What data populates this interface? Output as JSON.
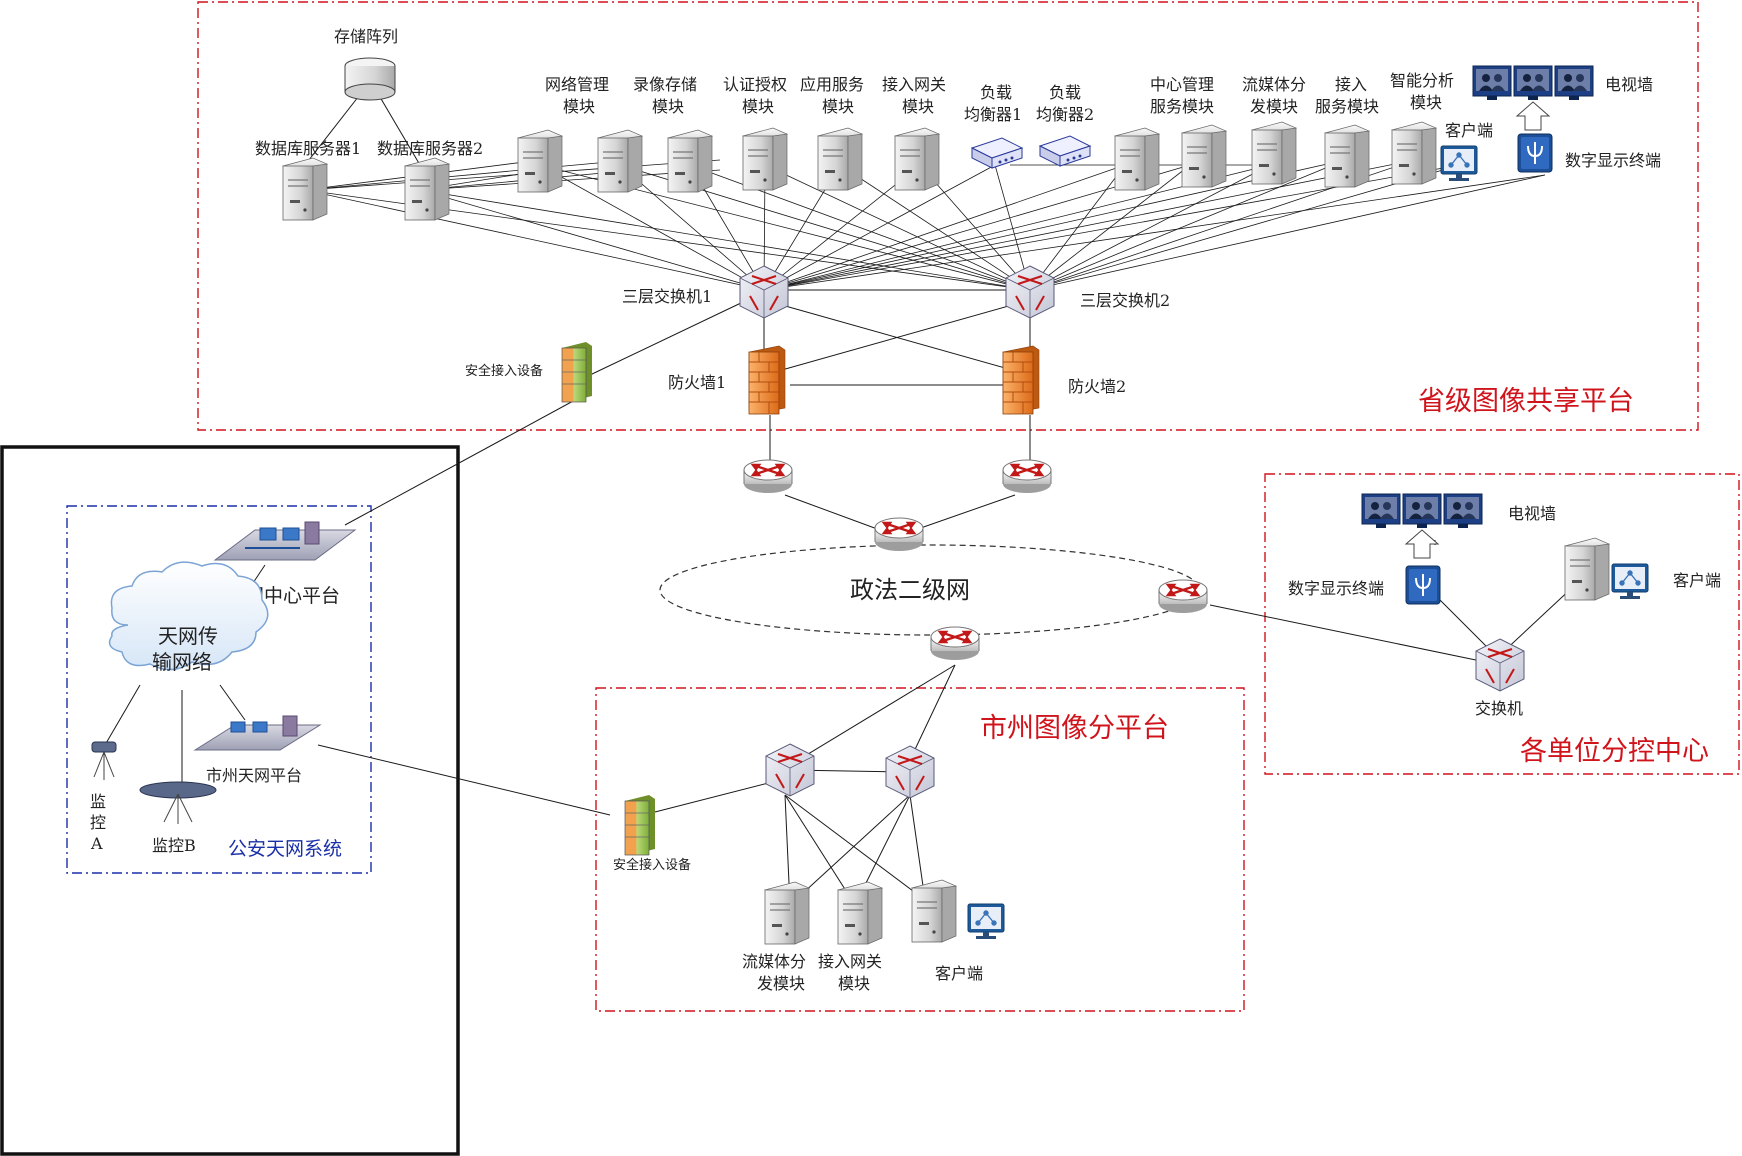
{
  "regions": {
    "provincial": "省级图像共享平台",
    "city": "市州图像分平台",
    "unit": "各单位分控中心",
    "police": "公安天网系统"
  },
  "network": {
    "zhengfa": "政法二级网"
  },
  "provincial": {
    "storage_array": "存储阵列",
    "db_server_1": "数据库服务器1",
    "db_server_2": "数据库服务器2",
    "modules": [
      [
        "网络管理",
        "模块"
      ],
      [
        "录像存储",
        "模块"
      ],
      [
        "认证授权",
        "模块"
      ],
      [
        "应用服务",
        "模块"
      ],
      [
        "接入网关",
        "模块"
      ],
      [
        "负载",
        "均衡器1"
      ],
      [
        "负载",
        "均衡器2"
      ],
      [
        "中心管理",
        "服务模块"
      ],
      [
        "流媒体分",
        "发模块"
      ],
      [
        "接入",
        "服务模块"
      ],
      [
        "智能分析",
        "模块"
      ]
    ],
    "client": "客户端",
    "tv_wall": "电视墙",
    "digital_terminal": "数字显示终端",
    "switch_1": "三层交换机1",
    "switch_2": "三层交换机2",
    "firewall_1": "防火墙1",
    "firewall_2": "防火墙2",
    "secure_access": "安全接入设备"
  },
  "unit": {
    "tv_wall": "电视墙",
    "digital_terminal": "数字显示终端",
    "client": "客户端",
    "switch": "交换机"
  },
  "city": {
    "secure_access": "安全接入设备",
    "streaming": [
      "流媒体分",
      "发模块"
    ],
    "gateway": [
      "接入网关",
      "模块"
    ],
    "client": "客户端"
  },
  "police": {
    "center_platform": "天网中心平台",
    "transport_cloud": [
      "天网传",
      "输网络"
    ],
    "city_platform": "市州天网平台",
    "monitor_a": [
      "监",
      "控",
      "A"
    ],
    "monitor_b": "监控B"
  },
  "colors": {
    "region_border_red": "#d0141c",
    "region_border_blue": "#1a2fa8",
    "firewall_orange": "#f08a2c",
    "router_arrow": "#c21818"
  }
}
